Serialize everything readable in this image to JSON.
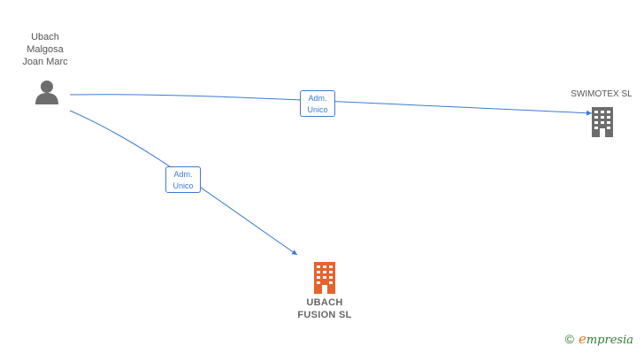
{
  "nodes": {
    "person": {
      "name": "Ubach\nMalgosa\nJoan Marc",
      "icon": "person-icon",
      "color": "#6d6d6d"
    },
    "swimotex": {
      "name": "SWIMOTEX  SL",
      "icon": "building-icon",
      "color": "#6d6d6d"
    },
    "ubach_fusion": {
      "name": "UBACH\nFUSION  SL",
      "icon": "building-icon",
      "color": "#e8622c"
    }
  },
  "edges": {
    "to_swimotex": {
      "label": "Adm.\nUnico"
    },
    "to_ubach_fusion": {
      "label": "Adm.\nUnico"
    }
  },
  "colors": {
    "edge": "#3a7bd5"
  },
  "watermark": {
    "copyright": "©",
    "brand_initial": "e",
    "brand_rest": "mpresia"
  }
}
